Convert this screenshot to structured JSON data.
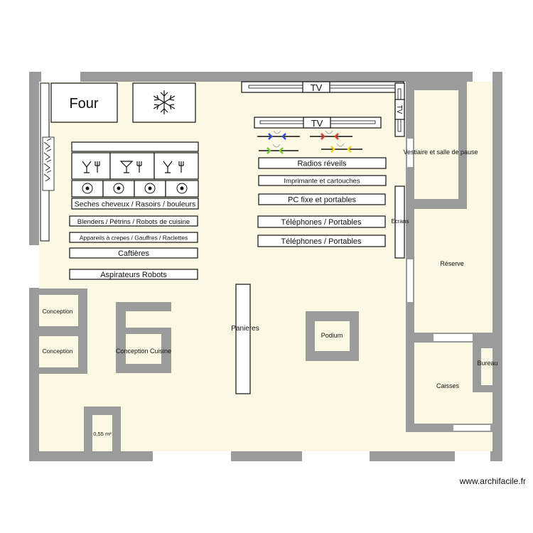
{
  "appliances": {
    "four": "Four",
    "tv_top": "TV",
    "tv_middle": "TV",
    "tv_vertical": "TV"
  },
  "shelves": {
    "seches": "Seches cheveux / Rasoirs / bouleurs",
    "blenders": "Blenders / Pétrins / Robots de cuisine",
    "appareils": "Appareils à crepes / Gauffres / Raclettes",
    "caftieres": "Caftières",
    "aspirateurs": "Aspirateurs Robots",
    "radios": "Radios réveils",
    "imprimante": "Imprimante et cartouches",
    "pc": "PC fixe et portables",
    "telephones_1": "Téléphones / Portables",
    "telephones_2": "Téléphones / Portables",
    "ecrans": "Ecrans",
    "panieres": "Panieres"
  },
  "rooms": {
    "vestiaire": "Vestiaire et salle de pause",
    "reserve": "Réserve",
    "caisses": "Caisses",
    "bureau": "Bureau",
    "podium": "Podium",
    "conception_1": "Conception",
    "conception_2": "Conception",
    "conception_cuisine": "Conception Cuisine",
    "area_small": "0,55 m²"
  },
  "watermark": "www.archifacile.fr",
  "colors": {
    "wall": "#9b9b9b",
    "floor": "#fbf8e4",
    "outline": "#111111",
    "cable_blue": "#2a4bd8",
    "cable_red": "#d83a2a",
    "cable_green": "#7ac43a",
    "cable_yellow": "#e8d020"
  }
}
